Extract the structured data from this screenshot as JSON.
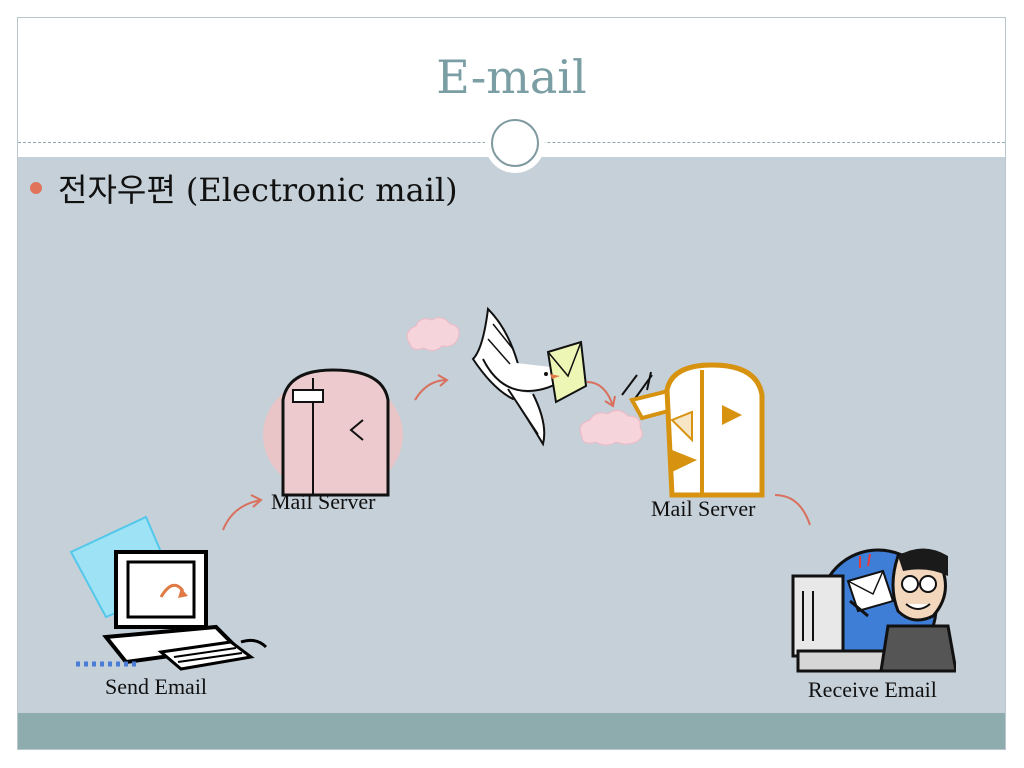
{
  "slide": {
    "title": "E-mail",
    "bullet": "전자우편 (Electronic mail)"
  },
  "diagram": {
    "labels": {
      "sender_server": "Mail Server",
      "receiver_server": "Mail Server",
      "send": "Send Email",
      "receive": "Receive Email"
    },
    "icons": [
      "sender-computer-icon",
      "outgoing-mailbox-icon",
      "cloud-icon",
      "carrier-pigeon-icon",
      "incoming-mailbox-icon",
      "receiver-person-icon"
    ]
  },
  "colors": {
    "title": "#7a9ea3",
    "content_bg": "#c5d0d8",
    "footer": "#8eacad",
    "bullet": "#e0745a",
    "arrow": "#d9705e"
  }
}
